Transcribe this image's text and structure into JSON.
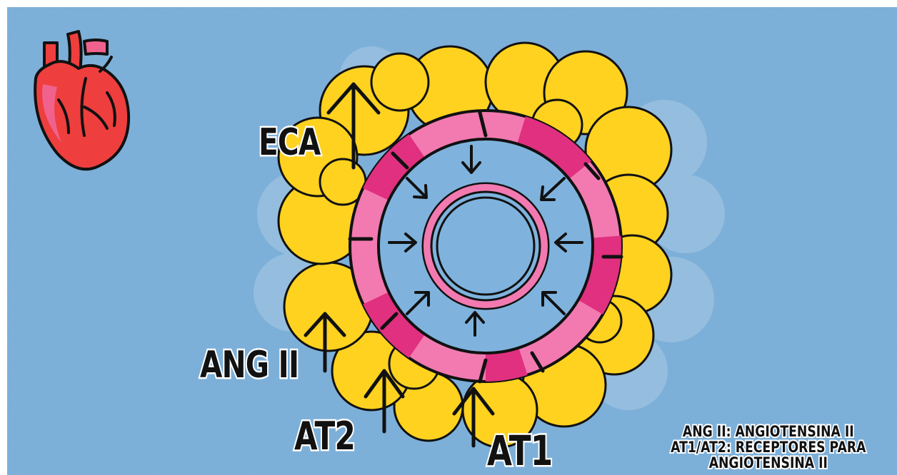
{
  "diagram": {
    "labels": {
      "eca": "ECA",
      "ang2": "ANG II",
      "at2": "AT2",
      "at1": "AT1"
    },
    "legend": {
      "line1": "ANG II: ANGIOTENSINA II",
      "line2": "AT1/AT2: RECEPTORES PARA",
      "line3": "ANGIOTENSINA II"
    },
    "colors": {
      "background": "#7fb3dd",
      "adipocyte": "#ffd21f",
      "vessel_wall_light": "#f27ab0",
      "vessel_wall_dark": "#e0307f",
      "heart": "#ef3e3e",
      "outline": "#111111"
    },
    "icons": [
      "heart-icon",
      "up-arrow",
      "inward-arrow"
    ]
  }
}
